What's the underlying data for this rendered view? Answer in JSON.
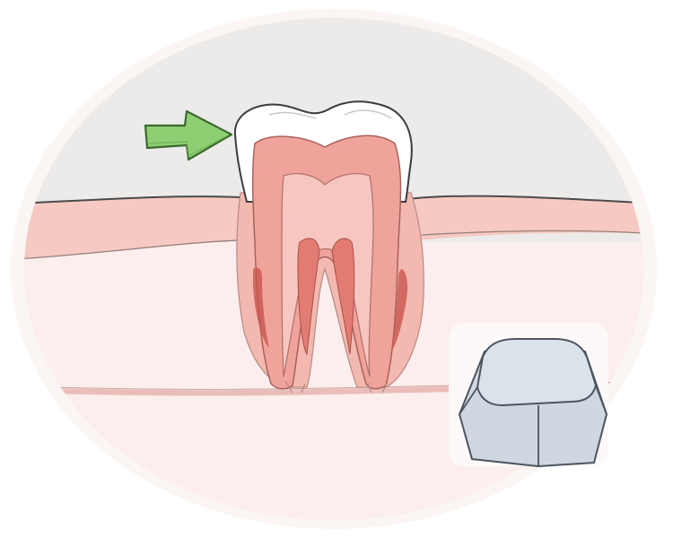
{
  "illustration": {
    "subject": "tooth-cross-section",
    "highlighted_part": "enamel-crown",
    "pointer": "green-arrow",
    "inset_object": "keycap",
    "colors": {
      "background_oval": "#ecebea",
      "frame_wash": "#f7ecea",
      "gum": "#f6c9c2",
      "gum_line": "#4a4a4a",
      "bone": "#fbeeed",
      "enamel": "#ffffff",
      "dentin": "#f0a39a",
      "pulp": "#e27b72",
      "pulp_dark": "#c9554e",
      "arrow": "#8fcf74",
      "arrow_outline": "#3a6a2c",
      "keycap": "#cfd8e0",
      "keycap_top": "#dbe3ea",
      "keycap_outline": "#4c5560"
    }
  }
}
